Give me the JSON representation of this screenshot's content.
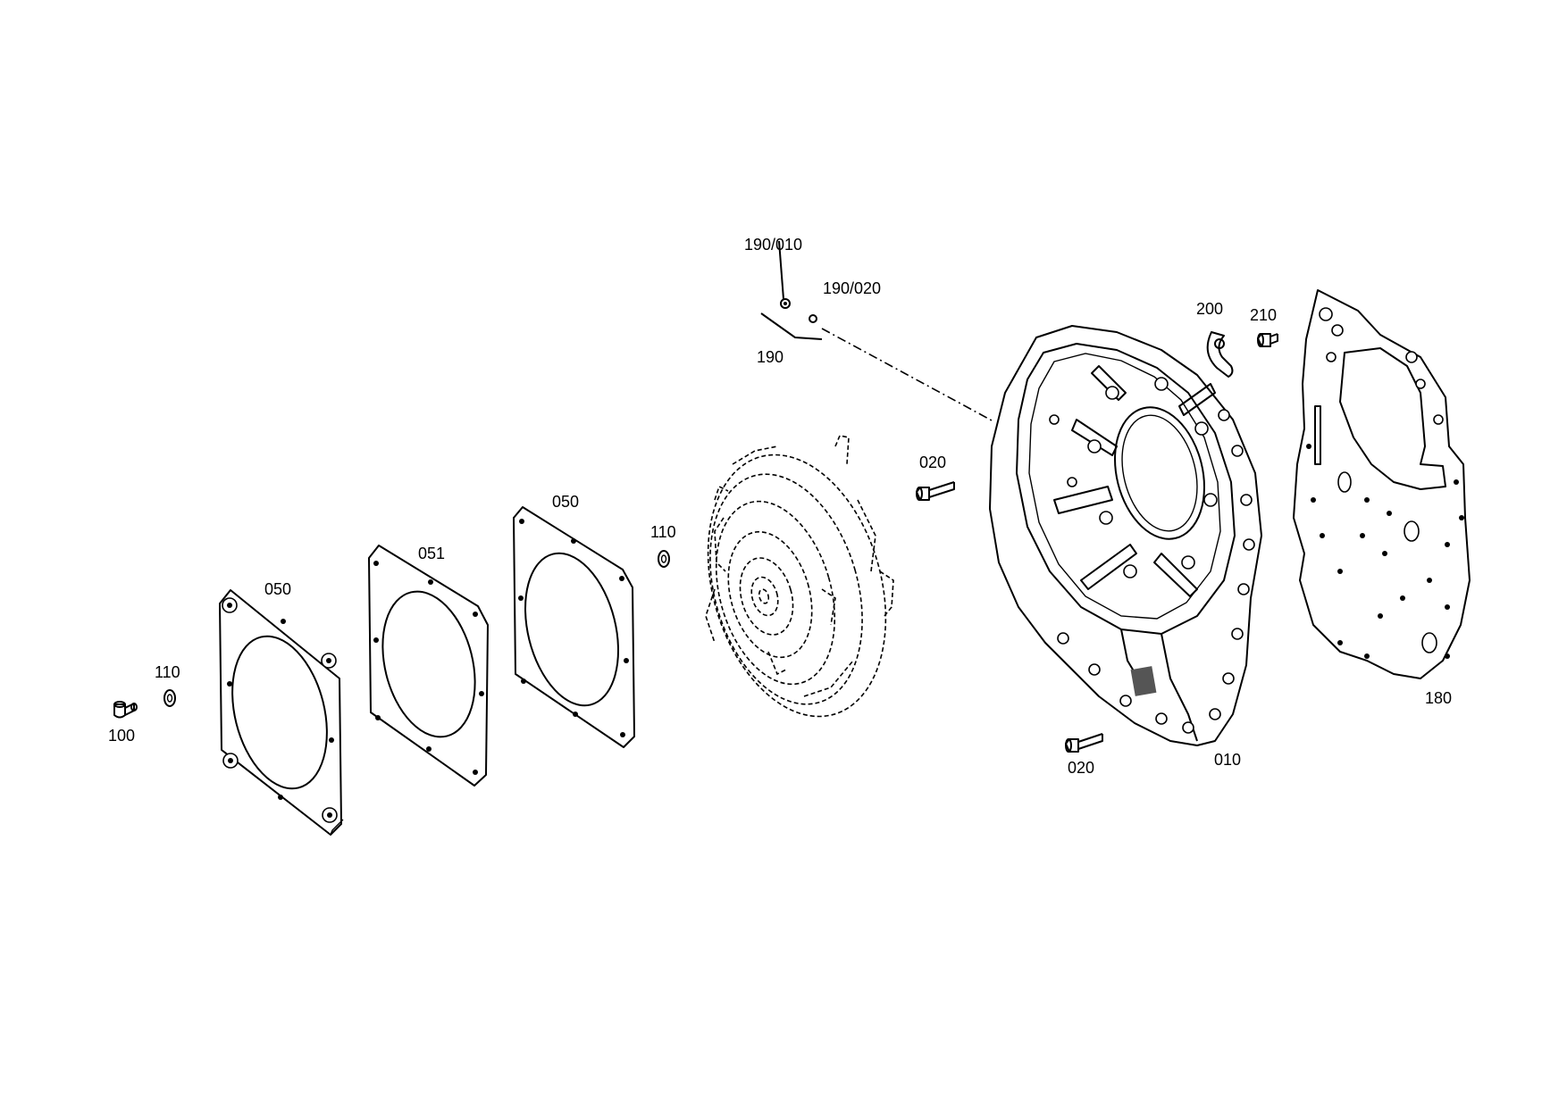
{
  "labels": {
    "l100": "100",
    "l110a": "110",
    "l050a": "050",
    "l051": "051",
    "l050b": "050",
    "l110b": "110",
    "l020a": "020",
    "l190_010": "190/010",
    "l190_020": "190/020",
    "l190": "190",
    "l200": "200",
    "l210": "210",
    "l180": "180",
    "l020b": "020",
    "l010": "010"
  }
}
